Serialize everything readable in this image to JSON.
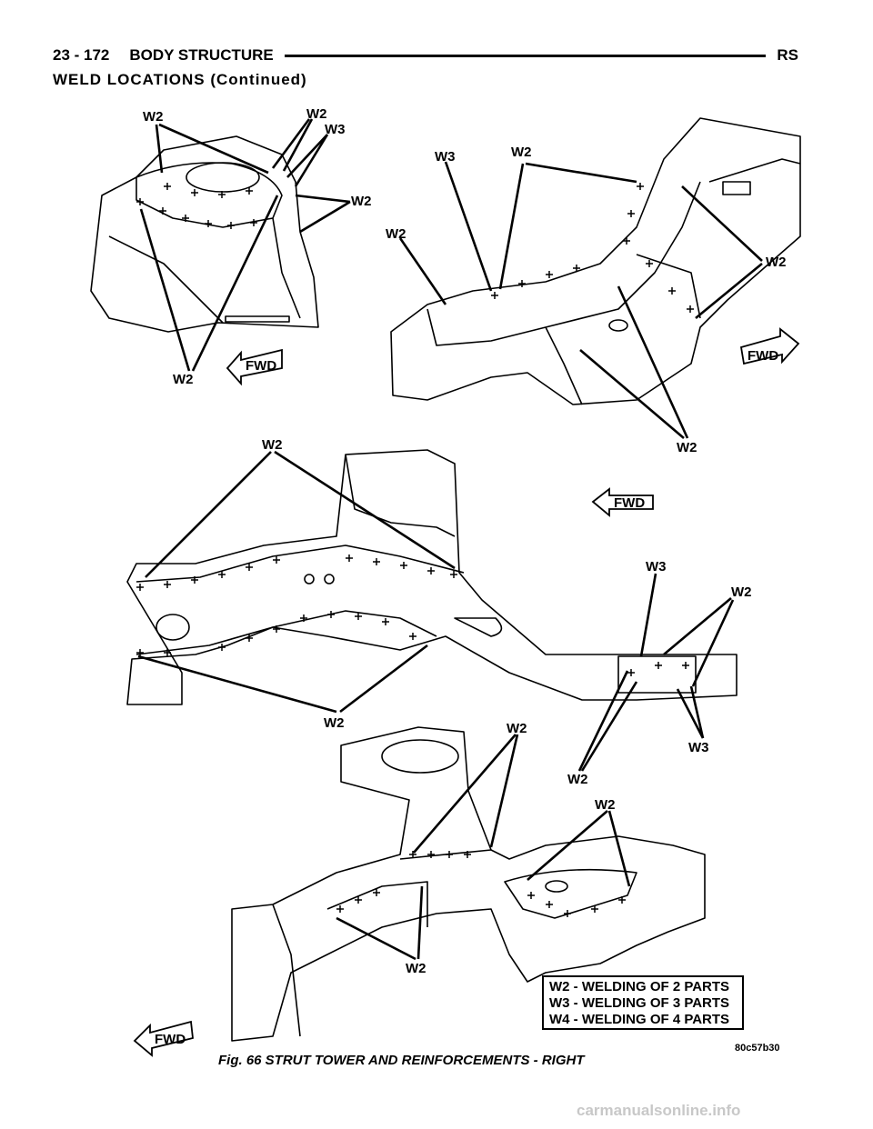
{
  "header": {
    "page": "23 - 172",
    "section": "BODY STRUCTURE",
    "code": "RS"
  },
  "subheading": "WELD LOCATIONS (Continued)",
  "callouts": {
    "w2": "W2",
    "w3": "W3",
    "fwd": "FWD"
  },
  "legend": [
    "W2 - WELDING OF 2 PARTS",
    "W3 - WELDING OF 3 PARTS",
    "W4 - WELDING OF 4 PARTS"
  ],
  "figure_code": "80c57b30",
  "caption": "Fig. 66 STRUT TOWER AND REINFORCEMENTS - RIGHT",
  "watermark": "carmanualsonline.info"
}
